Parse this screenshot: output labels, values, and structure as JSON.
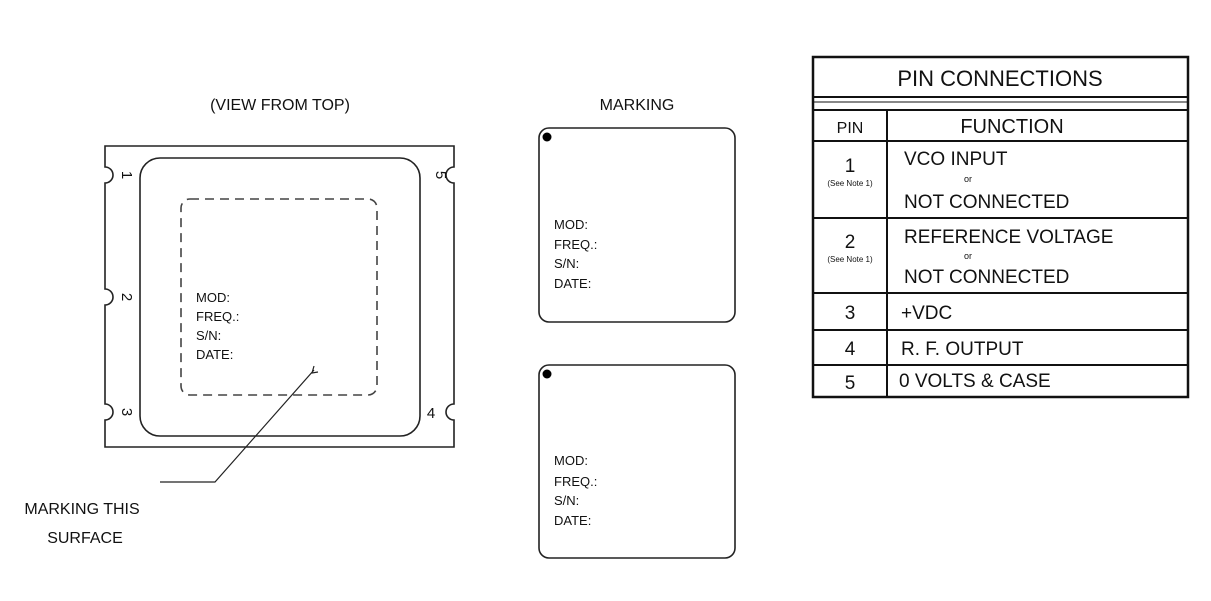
{
  "top_view": {
    "title": "(VIEW FROM TOP)",
    "pins": [
      "1",
      "2",
      "3",
      "4",
      "5"
    ],
    "labels": [
      "MOD:",
      "FREQ.:",
      "S/N:",
      "DATE:"
    ],
    "callout": [
      "MARKING THIS",
      "SURFACE"
    ]
  },
  "marking": {
    "title": "MARKING",
    "box1_labels": [
      "MOD:",
      "FREQ.:",
      "S/N:",
      "DATE:"
    ],
    "box2_labels": [
      "MOD:",
      "FREQ.:",
      "S/N:",
      "DATE:"
    ]
  },
  "pin_table": {
    "title": "PIN CONNECTIONS",
    "headers": [
      "PIN",
      "FUNCTION"
    ],
    "rows": [
      {
        "pin": "1",
        "note": "(See Note 1)",
        "func": "VCO INPUT",
        "or": "or",
        "alt": "NOT CONNECTED"
      },
      {
        "pin": "2",
        "note": "(See Note 1)",
        "func": "REFERENCE VOLTAGE",
        "or": "or",
        "alt": "NOT CONNECTED"
      },
      {
        "pin": "3",
        "func": "+VDC"
      },
      {
        "pin": "4",
        "func": "R. F. OUTPUT"
      },
      {
        "pin": "5",
        "func": "0 VOLTS & CASE"
      }
    ]
  }
}
